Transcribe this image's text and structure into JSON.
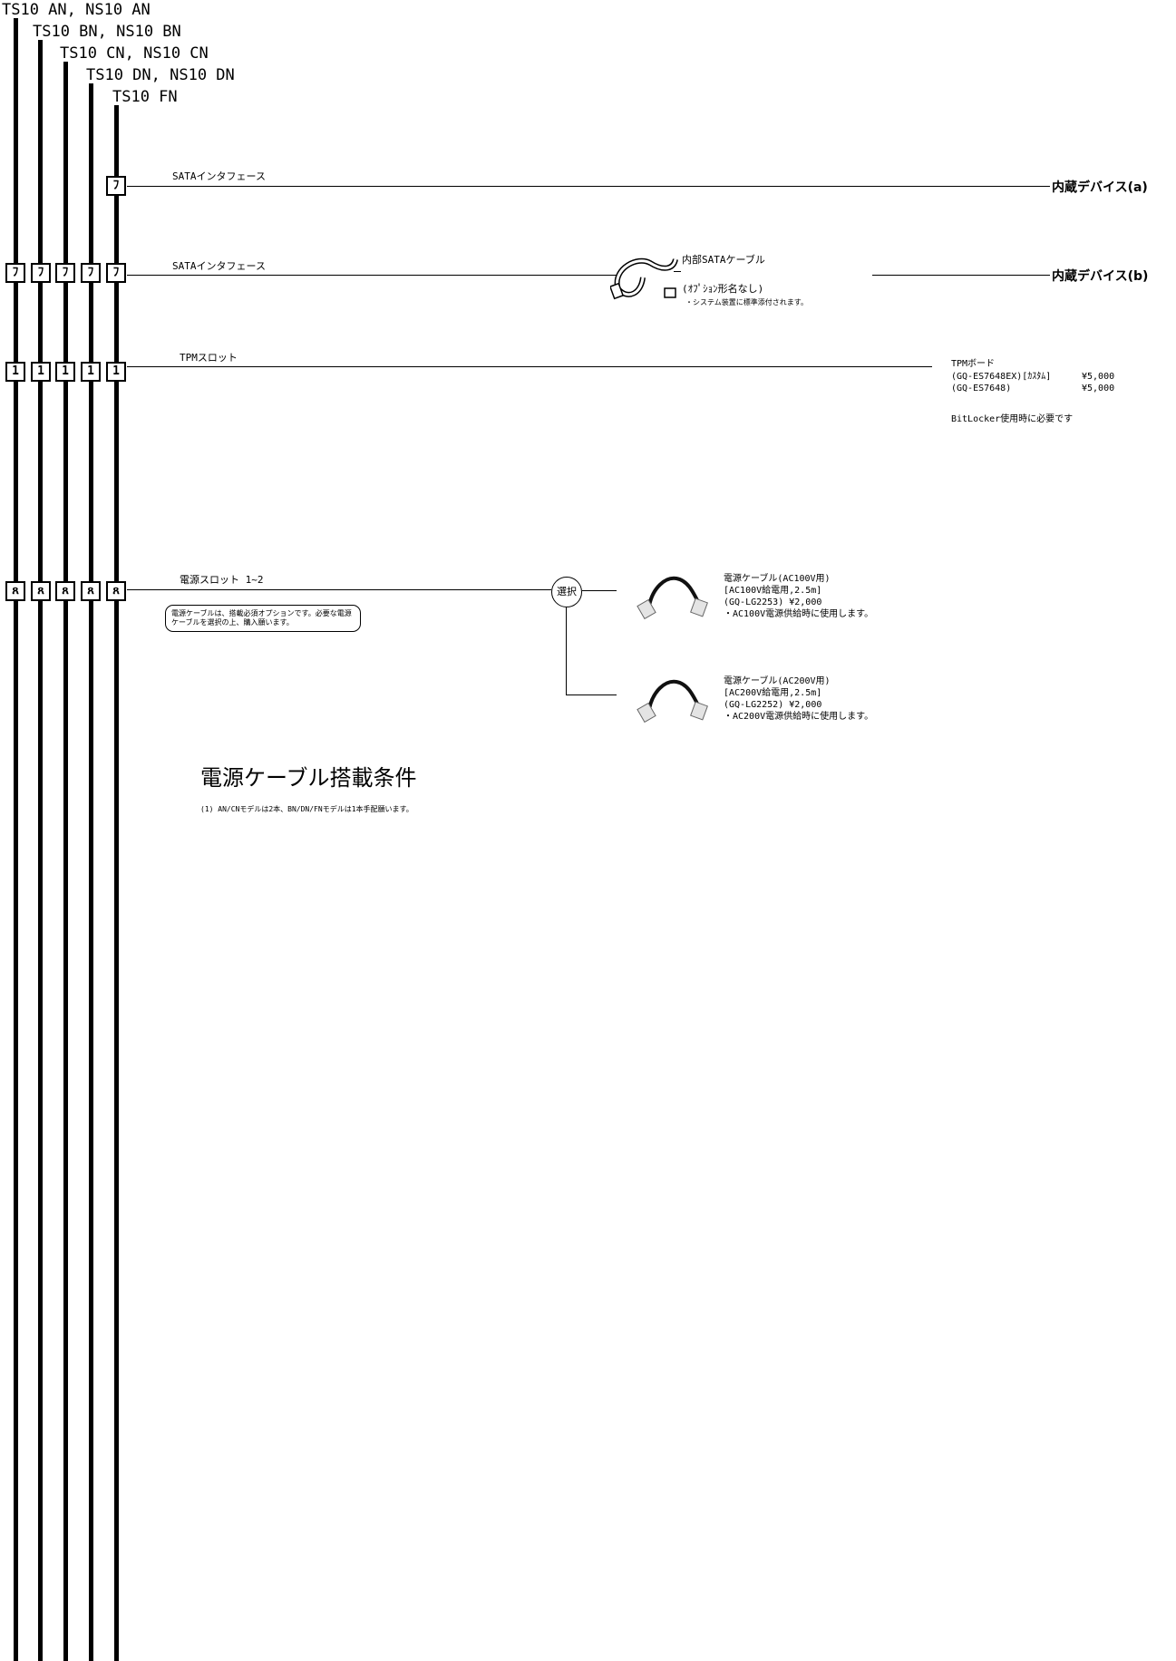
{
  "models": [
    "TS10 AN, NS10 AN",
    "TS10 BN, NS10 BN",
    "TS10 CN, NS10 CN",
    "TS10 DN, NS10 DN",
    "TS10 FN"
  ],
  "rows": {
    "sata_a": {
      "label": "SATAインタフェース",
      "slot_glyph": "ﾌ",
      "device": "内蔵デバイス(a)"
    },
    "sata_b": {
      "label": "SATAインタフェース",
      "slot_glyph": "ﾌ",
      "cable_name": "内部SATAケーブル",
      "cable_option": "(ｵﾌﾟｼｮﾝ形名なし)",
      "cable_note": "・システム装置に標準添付されます。",
      "device": "内蔵デバイス(b)"
    },
    "tpm": {
      "label": "TPMスロット",
      "slot_glyph": "1",
      "product": "TPMボード",
      "items": [
        {
          "code": "(GQ-ES7648EX)[ｶｽﾀﾑ]",
          "price": "¥5,000"
        },
        {
          "code": "(GQ-ES7648)",
          "price": "¥5,000"
        }
      ],
      "note": "BitLocker使用時に必要です"
    },
    "power": {
      "label": "電源スロット 1~2",
      "slot_glyph": "ጸ",
      "select_label": "選択",
      "note": "電源ケーブルは、搭載必須オプションです。必要な電源ケーブルを選択の上、購入願います。",
      "options": [
        {
          "line1": "電源ケーブル(AC100V用)",
          "line2": "[AC100V給電用,2.5m]",
          "line3": "(GQ-LG2253)  ¥2,000",
          "line4": "・AC100V電源供給時に使用します。"
        },
        {
          "line1": "電源ケーブル(AC200V用)",
          "line2": "[AC200V給電用,2.5m]",
          "line3": "(GQ-LG2252)  ¥2,000",
          "line4": "・AC200V電源供給時に使用します。"
        }
      ]
    }
  },
  "conditions": {
    "title": "電源ケーブル搭載条件",
    "items": [
      "(1) AN/CNモデルは2本、BN/DN/FNモデルは1本手配願います。"
    ]
  }
}
